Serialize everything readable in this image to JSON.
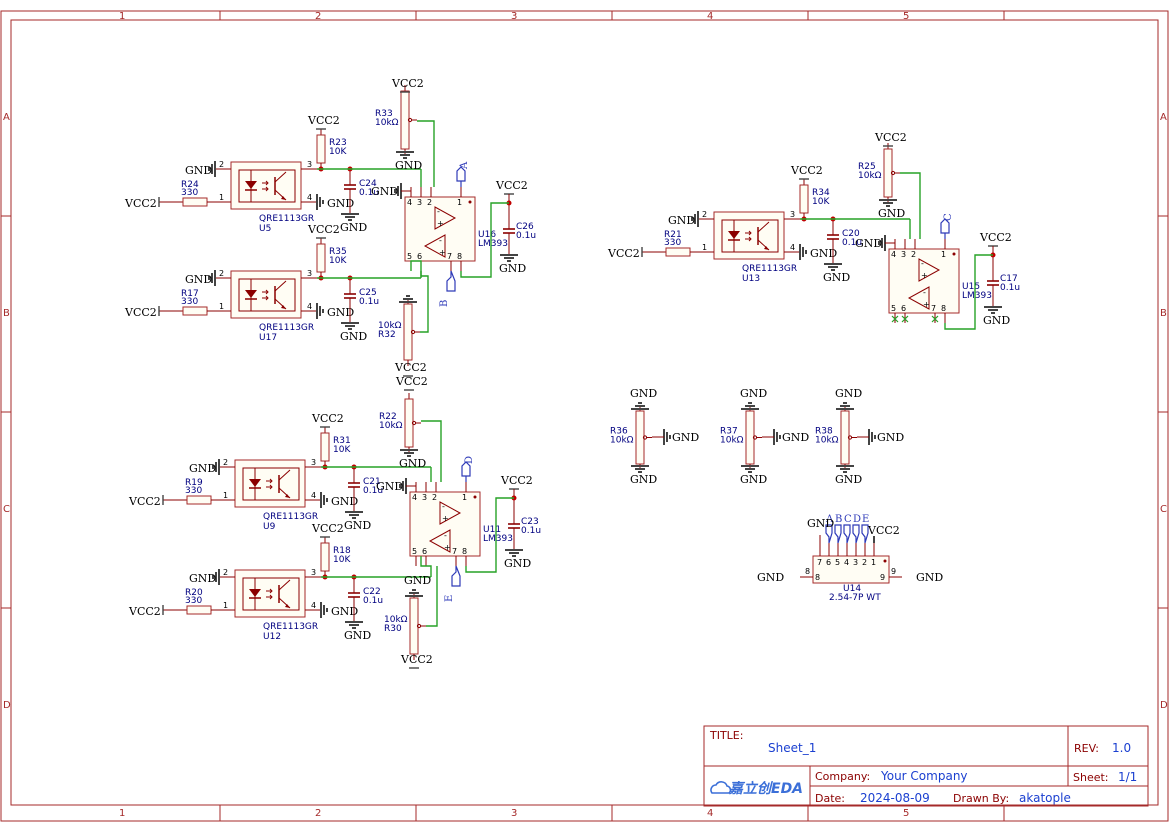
{
  "frame": {
    "columns": [
      "1",
      "2",
      "3",
      "4",
      "5"
    ],
    "rows": [
      "A",
      "B",
      "C",
      "D"
    ]
  },
  "nets": {
    "vcc": "VCC2",
    "gnd": "GND"
  },
  "sensors": [
    {
      "ref": "U5",
      "part": "QRE1113GR",
      "r_led": "R24",
      "r_led_val": "330",
      "r_pull": "R23",
      "r_pull_val": "10K",
      "cap": "C24",
      "cap_val": "0.1u"
    },
    {
      "ref": "U17",
      "part": "QRE1113GR",
      "r_led": "R17",
      "r_led_val": "330",
      "r_pull": "R35",
      "r_pull_val": "10K",
      "cap": "C25",
      "cap_val": "0.1u"
    },
    {
      "ref": "U9",
      "part": "QRE1113GR",
      "r_led": "R19",
      "r_led_val": "330",
      "r_pull": "R31",
      "r_pull_val": "10K",
      "cap": "C21",
      "cap_val": "0.1u"
    },
    {
      "ref": "U12",
      "part": "QRE1113GR",
      "r_led": "R20",
      "r_led_val": "330",
      "r_pull": "R18",
      "r_pull_val": "10K",
      "cap": "C22",
      "cap_val": "0.1u"
    },
    {
      "ref": "U13",
      "part": "QRE1113GR",
      "r_led": "R21",
      "r_led_val": "330",
      "r_pull": "R34",
      "r_pull_val": "10K",
      "cap": "C20",
      "cap_val": "0.1u"
    }
  ],
  "comparators": [
    {
      "ref": "U16",
      "part": "LM393",
      "cap": "C26",
      "cap_val": "0.1u",
      "out1": "A",
      "out2": "B"
    },
    {
      "ref": "U11",
      "part": "LM393",
      "cap": "C23",
      "cap_val": "0.1u",
      "out1": "D",
      "out2": "E"
    },
    {
      "ref": "U15",
      "part": "LM393",
      "cap": "C17",
      "cap_val": "0.1u",
      "out1": "C",
      "out2": ""
    }
  ],
  "pots": [
    {
      "ref": "R33",
      "val": "10kΩ"
    },
    {
      "ref": "R32",
      "val": "10kΩ"
    },
    {
      "ref": "R22",
      "val": "10kΩ"
    },
    {
      "ref": "R30",
      "val": "10kΩ"
    },
    {
      "ref": "R25",
      "val": "10kΩ"
    },
    {
      "ref": "R36",
      "val": "10kΩ"
    },
    {
      "ref": "R37",
      "val": "10kΩ"
    },
    {
      "ref": "R38",
      "val": "10kΩ"
    }
  ],
  "connector": {
    "ref": "U14",
    "part": "2.54-7P WT",
    "signals": [
      "A",
      "B",
      "C",
      "D",
      "E"
    ],
    "pins": [
      "7",
      "6",
      "5",
      "4",
      "3",
      "2",
      "1"
    ],
    "side_pins": [
      "8",
      "9"
    ]
  },
  "title_block": {
    "title_label": "TITLE:",
    "title": "Sheet_1",
    "rev_label": "REV:",
    "rev": "1.0",
    "company_label": "Company:",
    "company": "Your Company",
    "sheet_label": "Sheet:",
    "sheet": "1/1",
    "date_label": "Date:",
    "date": "2024-08-09",
    "drawn_label": "Drawn By:",
    "drawn_by": "akatople",
    "logo": "嘉立创EDA"
  },
  "colors": {
    "frame": "#a52a2a",
    "wire": "#27a227",
    "net_flag": "#2e3ab8",
    "junction": "#c00000"
  }
}
